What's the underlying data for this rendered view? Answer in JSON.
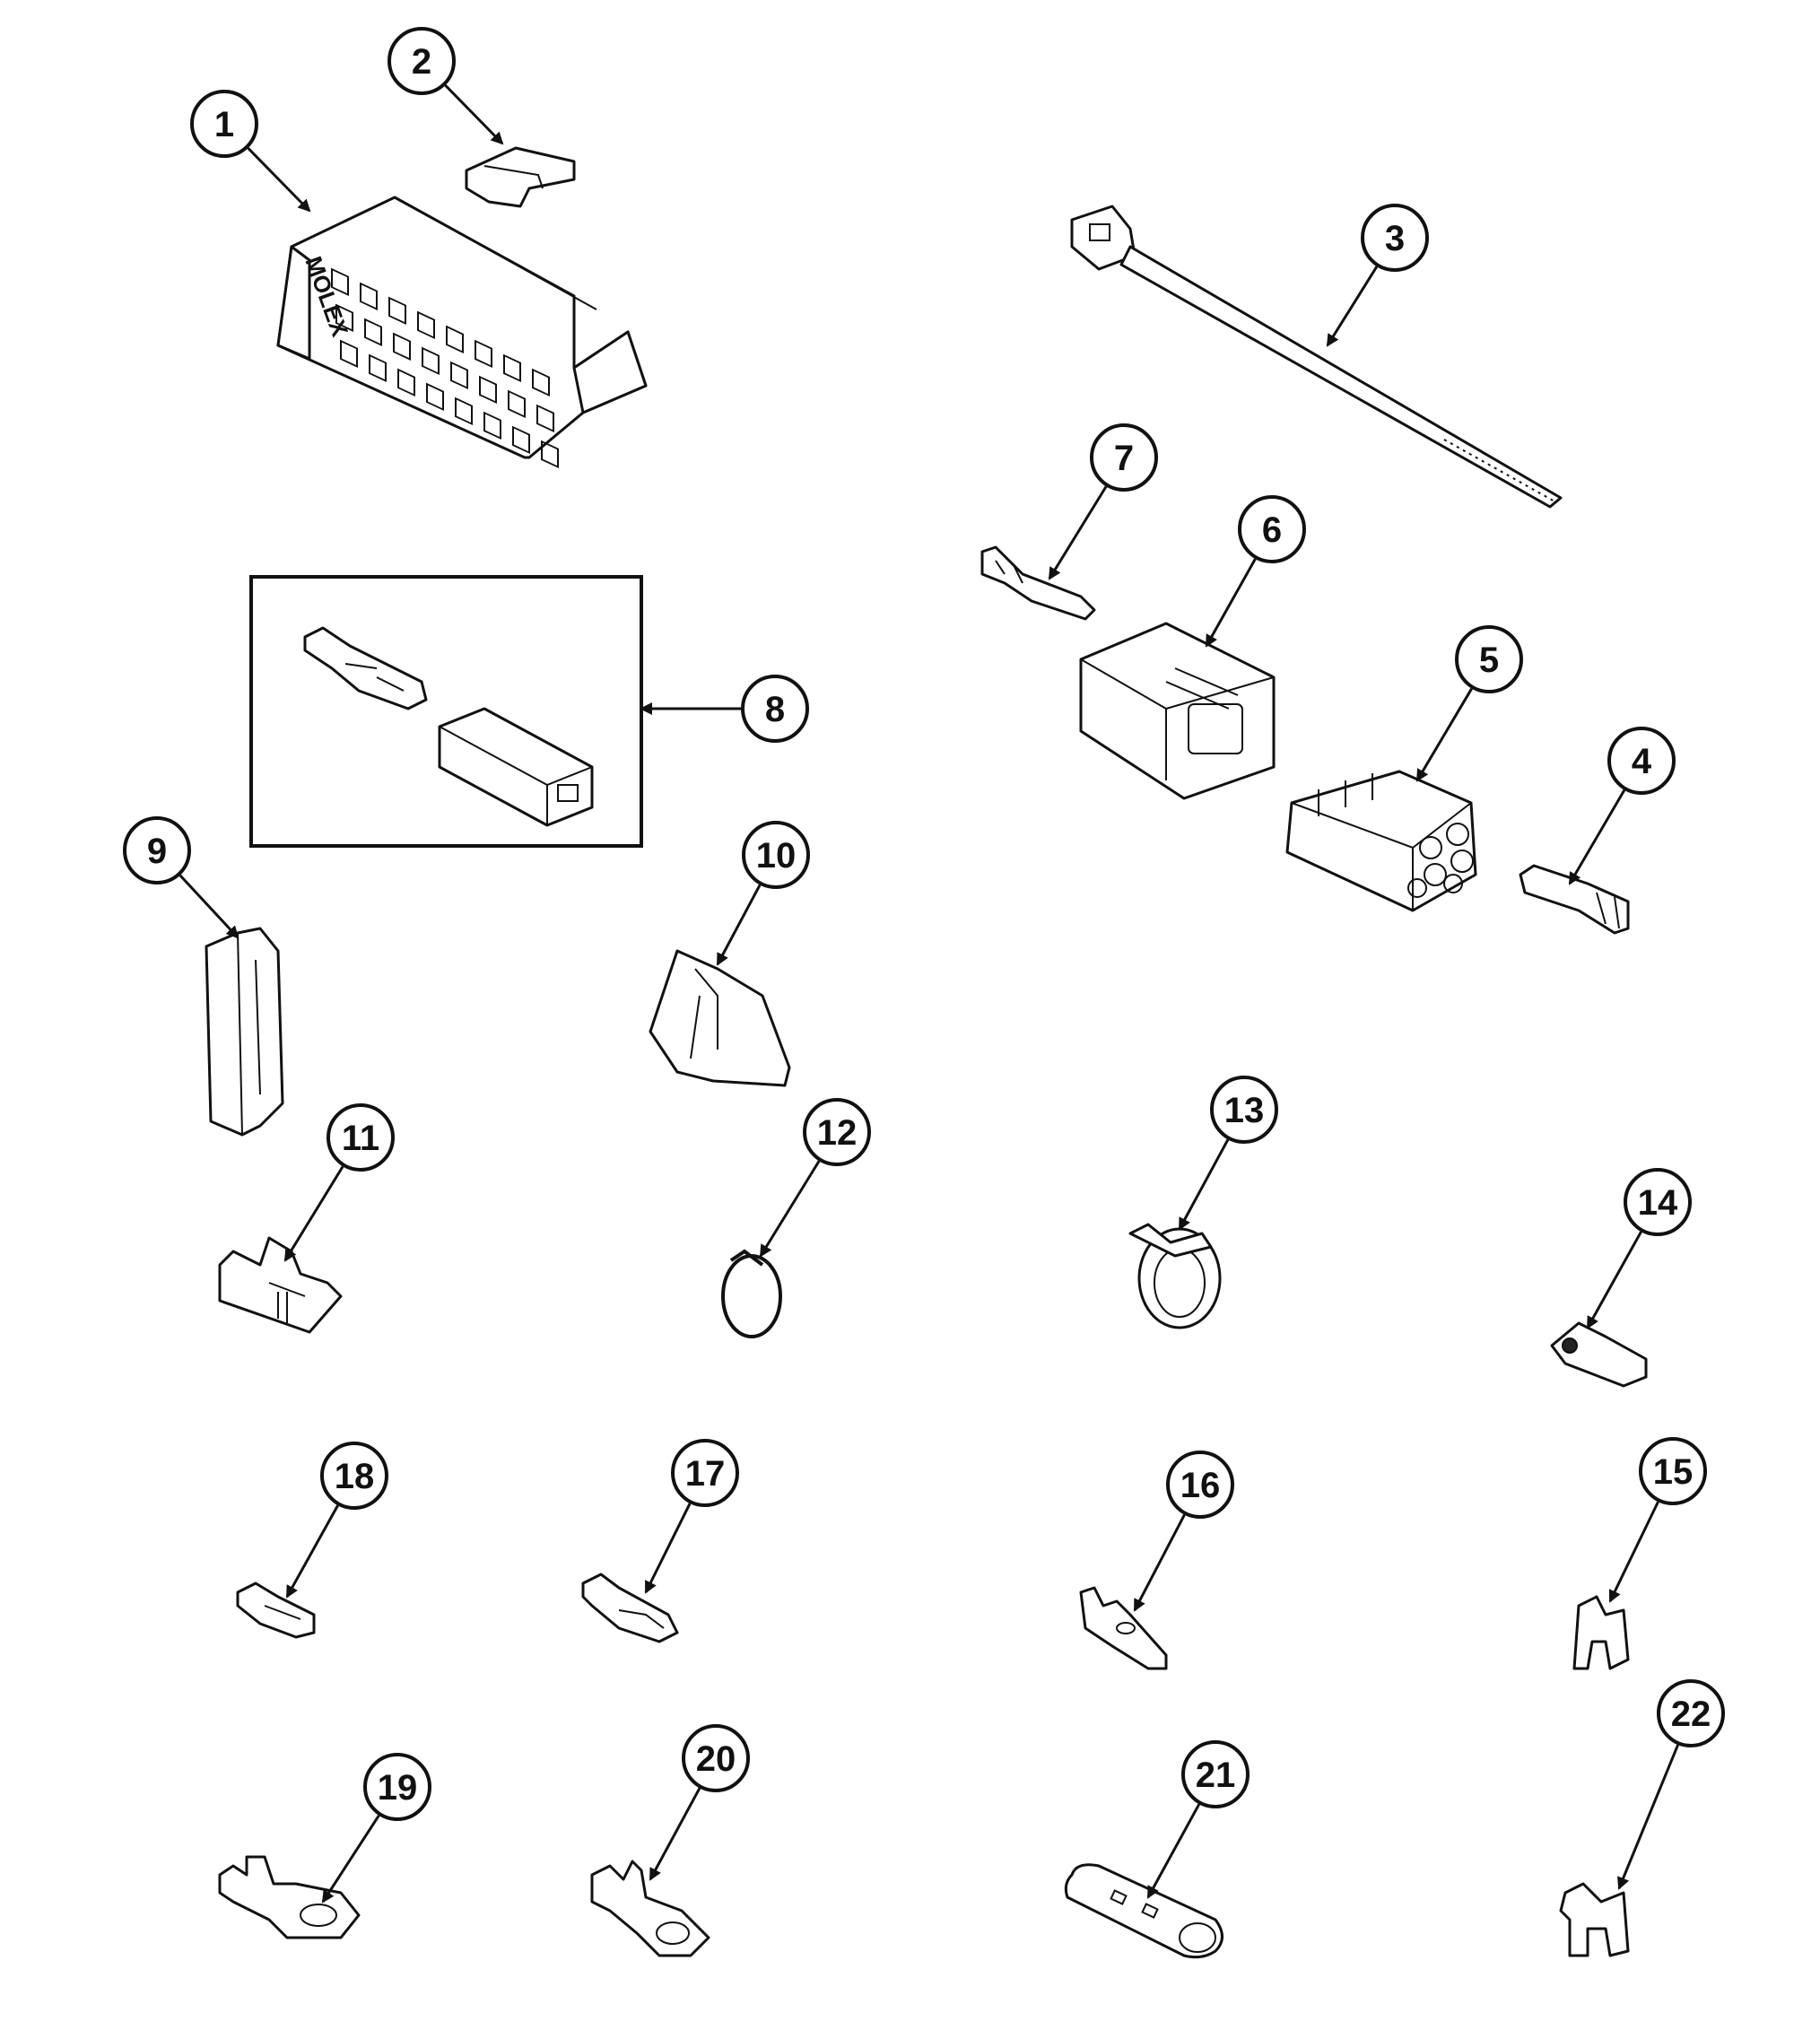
{
  "diagram": {
    "embossed_label": "MOLEX",
    "callouts": [
      "1",
      "2",
      "3",
      "4",
      "5",
      "6",
      "7",
      "8",
      "9",
      "10",
      "11",
      "12",
      "13",
      "14",
      "15",
      "16",
      "17",
      "18",
      "19",
      "20",
      "21",
      "22"
    ]
  }
}
